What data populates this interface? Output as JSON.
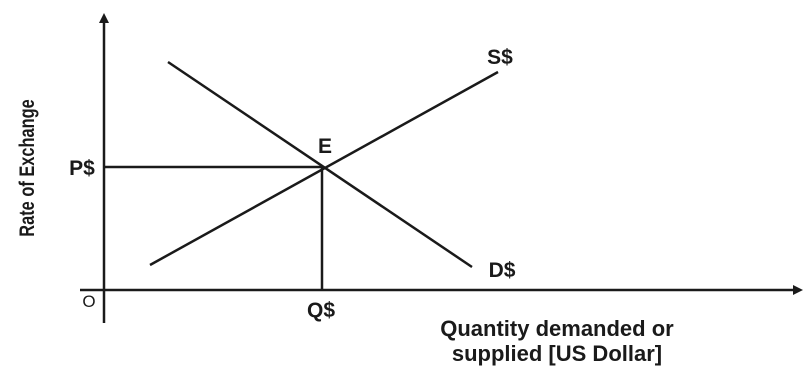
{
  "diagram": {
    "y_axis_label": "Rate of Exchange",
    "x_axis_label_line1": "Quantity demanded or",
    "x_axis_label_line2": "supplied [US Dollar]",
    "origin_label": "O",
    "equilibrium_label": "E",
    "price_label": "P$",
    "quantity_label": "Q$",
    "supply_label": "S$",
    "demand_label": "D$"
  }
}
